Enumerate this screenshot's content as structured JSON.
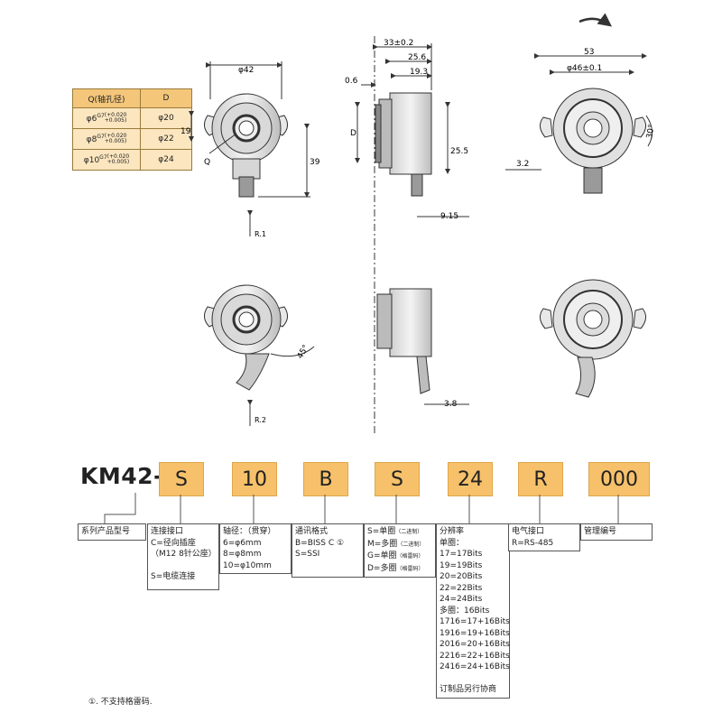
{
  "table": {
    "col1_header": "Q(轴孔径)",
    "col2_header": "D",
    "rows": [
      {
        "q": "φ6",
        "fit": "G7",
        "tol_upper": "+0.020",
        "tol_lower": "+0.005",
        "d": "φ20"
      },
      {
        "q": "φ8",
        "fit": "G7",
        "tol_upper": "+0.020",
        "tol_lower": "+0.005",
        "d": "φ22"
      },
      {
        "q": "φ10",
        "fit": "G7",
        "tol_upper": "+0.020",
        "tol_lower": "+0.005",
        "d": "φ24"
      }
    ]
  },
  "dimensions": {
    "front_diameter": "φ42",
    "front_19": "19",
    "front_39": "39",
    "front_q": "Q",
    "r1": "R.1",
    "r2": "R.2",
    "side_33": "33±0.2",
    "side_25_6": "25.6",
    "side_19_3": "19.3",
    "side_0_6": "0.6",
    "side_d": "D",
    "side_25_5": "25.5",
    "side_9_15": "9.15",
    "side_3_8": "3.8",
    "rear_53": "53",
    "rear_46": "φ46±0.1",
    "rear_3_2": "3.2",
    "rear_30": "30°",
    "angle_45": "45°"
  },
  "code": {
    "prefix": "KM42-",
    "segments": [
      "S",
      "10",
      "B",
      "S",
      "24",
      "R",
      "000"
    ]
  },
  "descriptions": [
    {
      "lines": [
        "系列产品型号"
      ]
    },
    {
      "lines": [
        "连接接口",
        "C=径向插座",
        "（M12 8针公座）",
        "",
        "S=电缆连接"
      ]
    },
    {
      "lines": [
        "轴径：（贯穿）",
        "6=φ6mm",
        "8=φ8mm",
        "10=φ10mm"
      ]
    },
    {
      "lines": [
        "通讯格式",
        "B=BISS C ①",
        "S=SSI"
      ]
    },
    {
      "lines": [
        "S=单圈",
        "M=多圈",
        "G=单圈",
        "D=多圈"
      ],
      "notes": [
        "（二进制）",
        "（二进制）",
        "（格雷码）",
        "（格雷码）"
      ]
    },
    {
      "lines": [
        "分辨率",
        "单圈：",
        "17=17Bits",
        "19=19Bits",
        "20=20Bits",
        "22=22Bits",
        "24=24Bits",
        "多圈：16Bits",
        "1716=17+16Bits",
        "1916=19+16Bits",
        "2016=20+16Bits",
        "2216=22+16Bits",
        "2416=24+16Bits",
        "",
        "订制品另行协商"
      ]
    },
    {
      "lines": [
        "电气接口",
        "R=RS-485"
      ]
    },
    {
      "lines": [
        "管理编号"
      ]
    }
  ],
  "footnote": "①. 不支持格雷码."
}
